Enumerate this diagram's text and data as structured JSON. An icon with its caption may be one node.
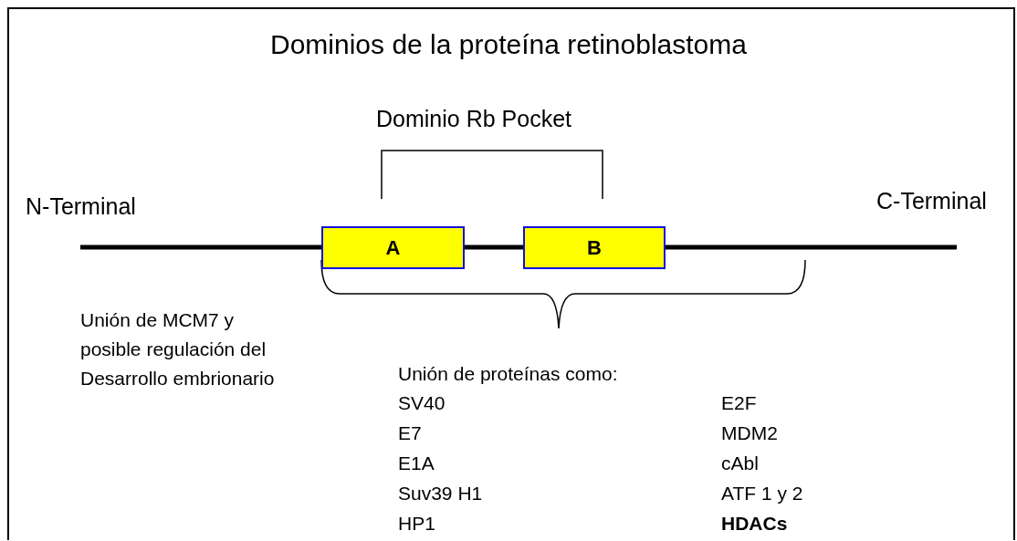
{
  "diagram": {
    "title": "Dominios de la proteína retinoblastoma",
    "nodes": [
      {
        "text": [
          "A"
        ]
      },
      {
        "text": [
          "B"
        ]
      }
    ],
    "edges": [],
    "labels": [
      "Dominio Rb Pocket",
      "N-Terminal",
      "C-Terminal",
      "Unión de MCM7 y posible regulación del Desarrollo embrionario",
      "Unión de proteínas como:",
      "SV40",
      "E2F",
      "E7",
      "MDM2",
      "E1A",
      "cAbl",
      "Suv39 H1",
      "ATF 1 y 2",
      "HP1",
      "HDACs"
    ]
  }
}
